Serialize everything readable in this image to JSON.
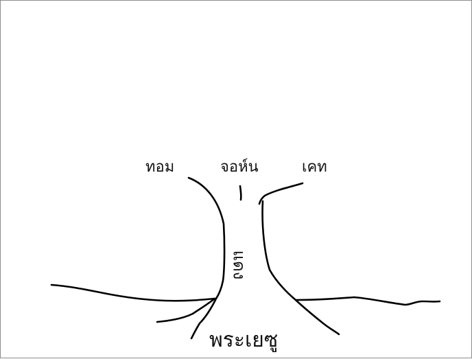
{
  "labels": {
    "left_top": "ทอม",
    "center_top": "จอห์น",
    "right_top": "เคท",
    "trunk": "แดง",
    "base": "พระเยซู"
  }
}
